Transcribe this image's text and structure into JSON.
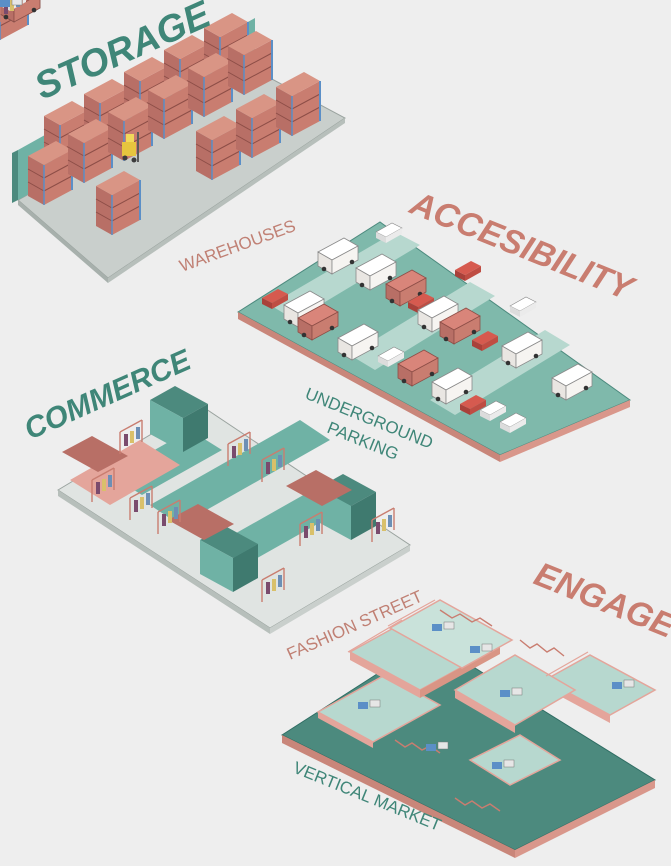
{
  "colors": {
    "background": "#eeeeee",
    "teal": "#7fb9ab",
    "teal_dark": "#4c8a7e",
    "teal_deep": "#2f6d63",
    "pink": "#e4a59b",
    "pink_dark": "#b86f66",
    "salmon": "#c97d70",
    "grey_floor": "#c9cfcc",
    "white_vehicle": "#f3f1ee",
    "red_vehicle": "#c85a50"
  },
  "zones": [
    {
      "id": "storage",
      "title": "STORAGE",
      "subtitle": "WAREHOUSES",
      "icon": "warehouse-shelving-icon"
    },
    {
      "id": "accessibility",
      "title": "ACCESIBILITY",
      "subtitle_lines": [
        "UNDERGROUND",
        "PARKING"
      ],
      "icon": "parking-lot-icon"
    },
    {
      "id": "commerce",
      "title": "COMMERCE",
      "subtitle": "FASHION STREET",
      "icon": "clothing-rack-icon"
    },
    {
      "id": "engage",
      "title": "ENGAGE",
      "subtitle": "VERTICAL MARKET",
      "icon": "market-platform-icon"
    }
  ]
}
